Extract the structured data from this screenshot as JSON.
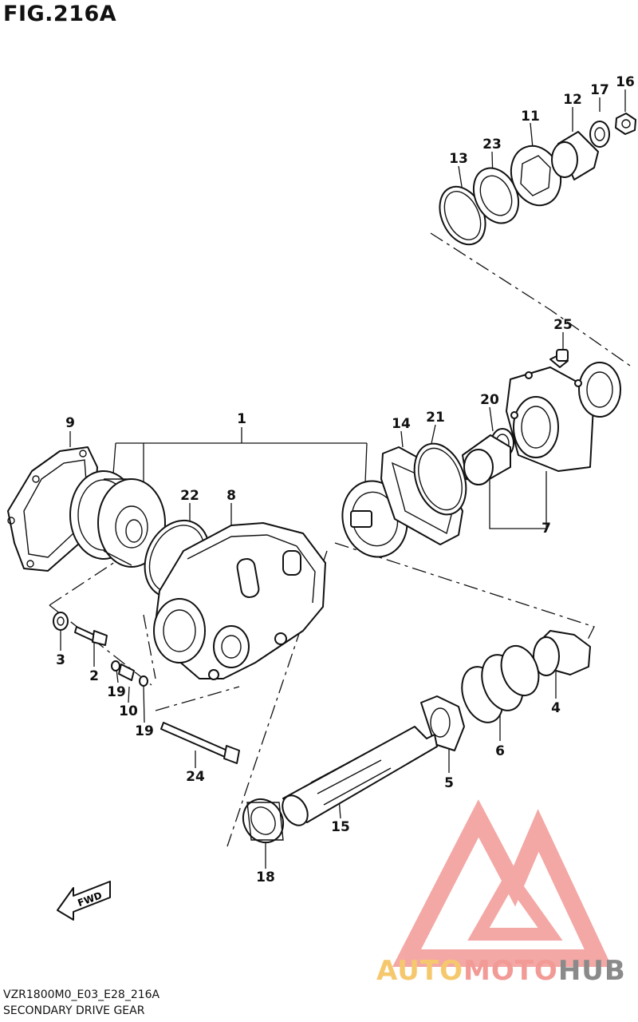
{
  "figure": {
    "title": "FIG.216A",
    "footer_code": "VZR1800M0_E03_E28_216A",
    "footer_name": "SECONDARY DRIVE GEAR"
  },
  "fwd_label": "FWD",
  "watermark": {
    "brand_part1": "AUTO",
    "brand_part2": "MOTO",
    "brand_part3": "HUB",
    "colors": {
      "auto": "#f6c86e",
      "moto": "#f29a96",
      "hub": "#8a8a8a",
      "logo": "#f29a96"
    }
  },
  "callouts": {
    "c1": "1",
    "c2": "2",
    "c3": "3",
    "c4": "4",
    "c5": "5",
    "c6": "6",
    "c7": "7",
    "c8": "8",
    "c9": "9",
    "c10": "10",
    "c11": "11",
    "c12": "12",
    "c13": "13",
    "c14": "14",
    "c15": "15",
    "c16": "16",
    "c17": "17",
    "c18": "18",
    "c19a": "19",
    "c19b": "19",
    "c20": "20",
    "c21": "21",
    "c22": "22",
    "c23": "23",
    "c24": "24",
    "c25": "25"
  }
}
